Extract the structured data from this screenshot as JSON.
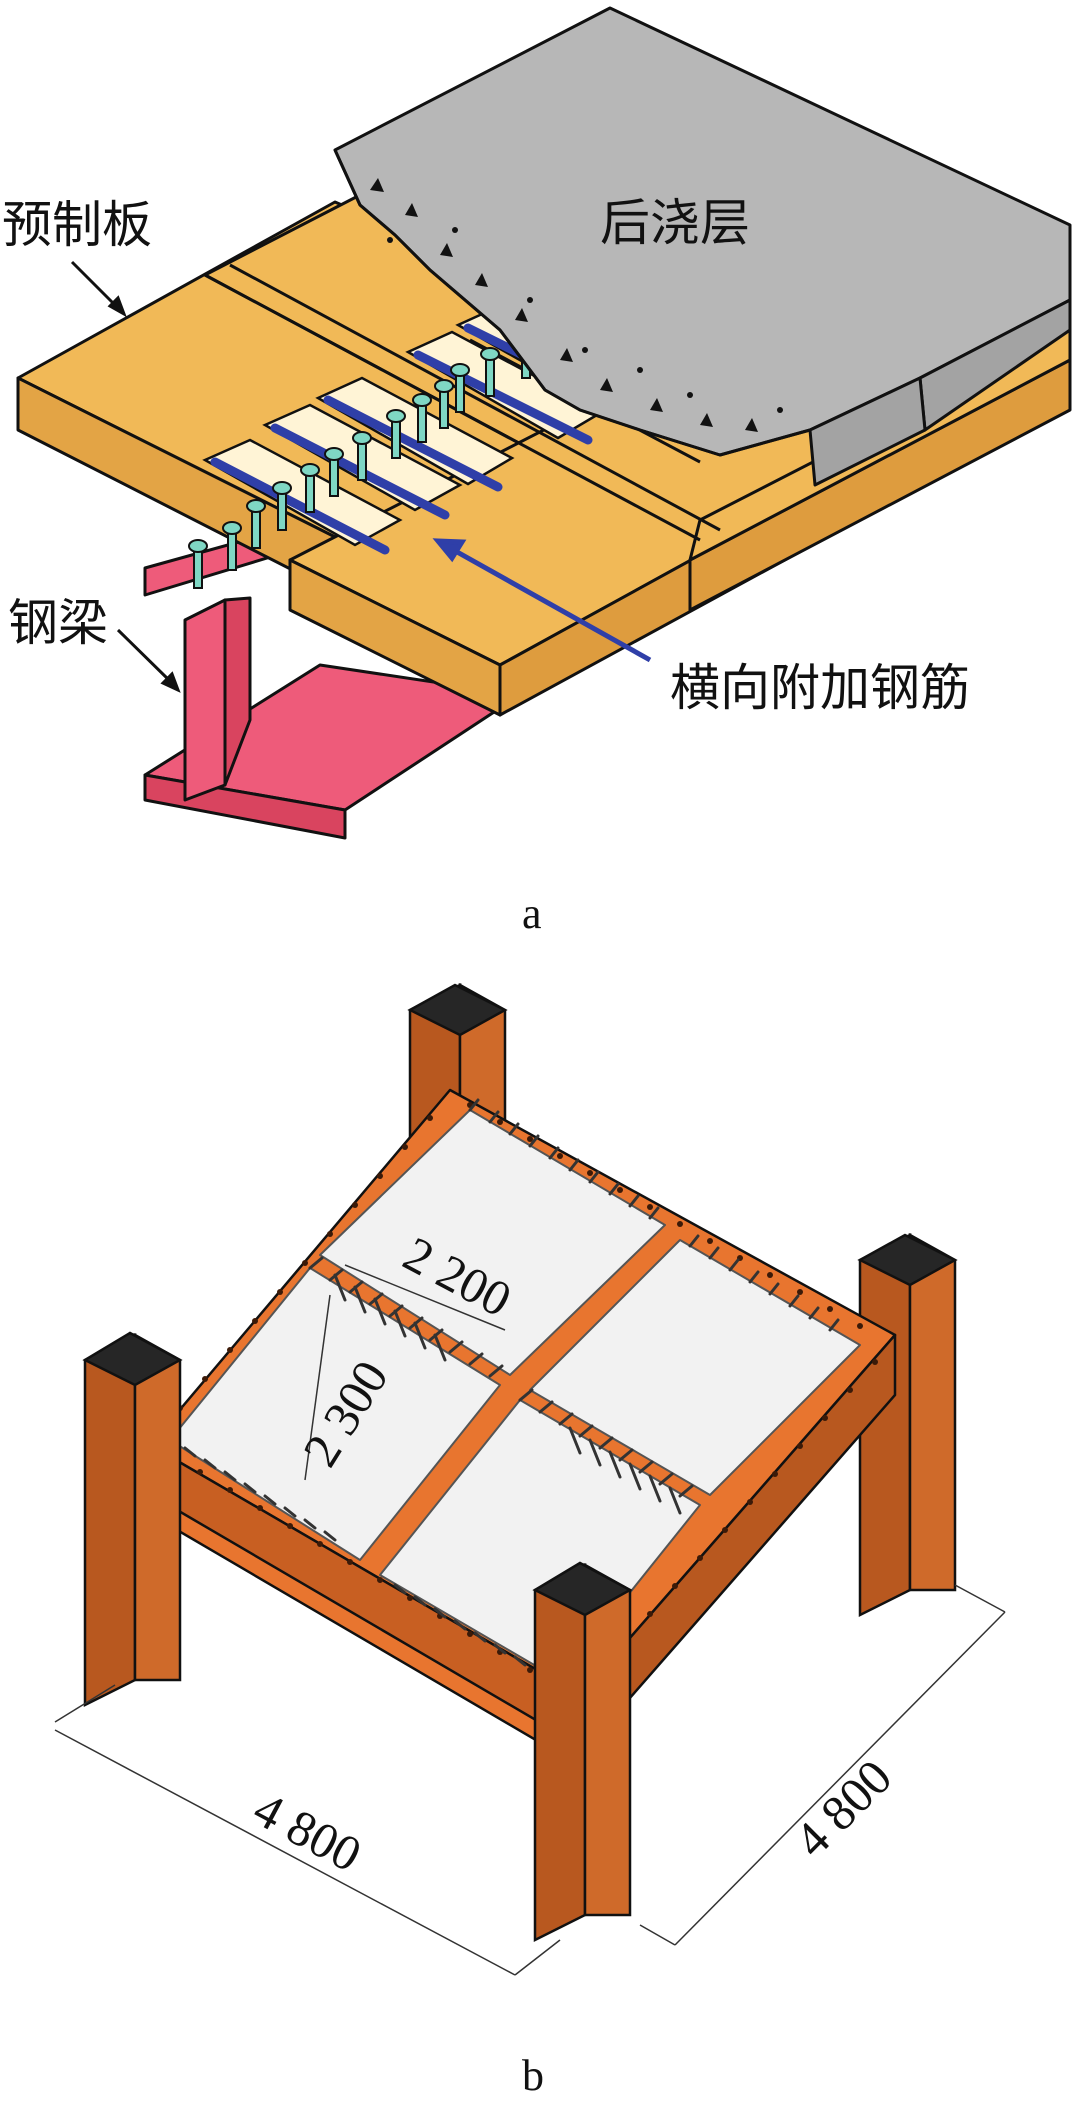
{
  "figure_a": {
    "labels": {
      "precast_slab": "预制板",
      "cast_in_place_layer": "后浇层",
      "steel_beam": "钢梁",
      "transverse_rebar": "横向附加钢筋"
    },
    "caption": "a"
  },
  "figure_b": {
    "dimensions": {
      "slab_width": "2 200",
      "slab_length": "2 300",
      "span_x": "4 800",
      "span_y": "4 800"
    },
    "caption": "b"
  },
  "colors": {
    "slab": "#F1B957",
    "concrete": "#B7B7B7",
    "steel_beam": "#EE5B7A",
    "rebar": "#2F3FA8",
    "stud": "#7FD7C4",
    "column": "#CF6A2A",
    "column_cap": "#262626",
    "panel": "#F2F2F2"
  }
}
